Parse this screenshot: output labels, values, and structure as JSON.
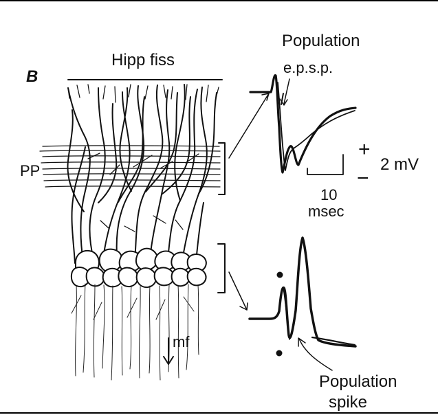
{
  "figure": {
    "panel_label": "B",
    "hipp_fiss": "Hipp fiss",
    "pp_label": "PP",
    "mf_label": "mf"
  },
  "trace_labels": {
    "population_epsp_title": "Population",
    "population_epsp_subtitle": "e.p.s.p.",
    "population_spike_title": "Population",
    "population_spike_subtitle": "spike"
  },
  "scale_bar": {
    "plus": "+",
    "minus": "−",
    "voltage": "2 mV",
    "time_value": "10",
    "time_unit": "msec"
  },
  "colors": {
    "ink": "#111111",
    "background": "#ffffff"
  }
}
